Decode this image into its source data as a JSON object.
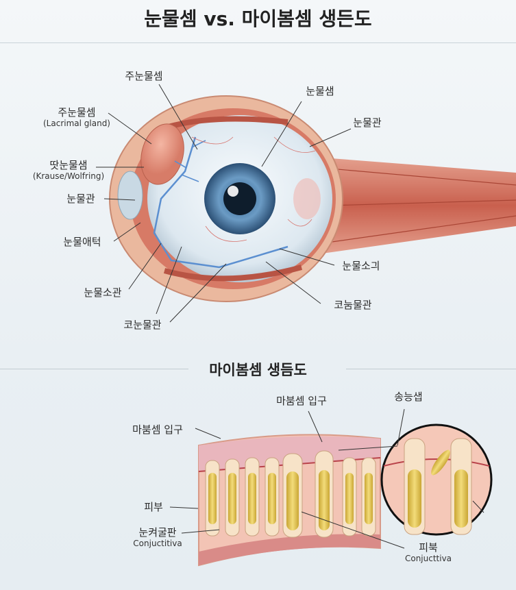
{
  "title": "눈물셈 vs. 마이봄셈 생든도",
  "eye_diagram": {
    "labels": {
      "top_gland": "주눈물셈",
      "lacrimal_gland": "주눈물셈",
      "lacrimal_gland_en": "(Lacrimal gland)",
      "accessory_gland": "땃눈물샘",
      "accessory_gland_en": "(Krause/Wolfring)",
      "duct_left": "눈물관",
      "lacrimal_caruncle": "눈물애턱",
      "canaliculus": "눈물소관",
      "nasolacrimal_left": "코눈물관",
      "tear_gland": "눈물샘",
      "duct_right": "눈물관",
      "tear_punctum": "눈물소긔",
      "nasolacrimal_right": "코눔물관"
    }
  },
  "meibomian_diagram": {
    "title": "마이봄셈 생듬도",
    "labels": {
      "opening_top": "마붐셈 입구",
      "zoom_label": "송능샙",
      "opening_left": "마붐셈 입구",
      "skin": "피부",
      "tarsal_plate": "눈켜굴판",
      "tarsal_plate_en": "Conjuctitiva",
      "gland": "피북",
      "gland_en": "Conjucttiva"
    }
  }
}
